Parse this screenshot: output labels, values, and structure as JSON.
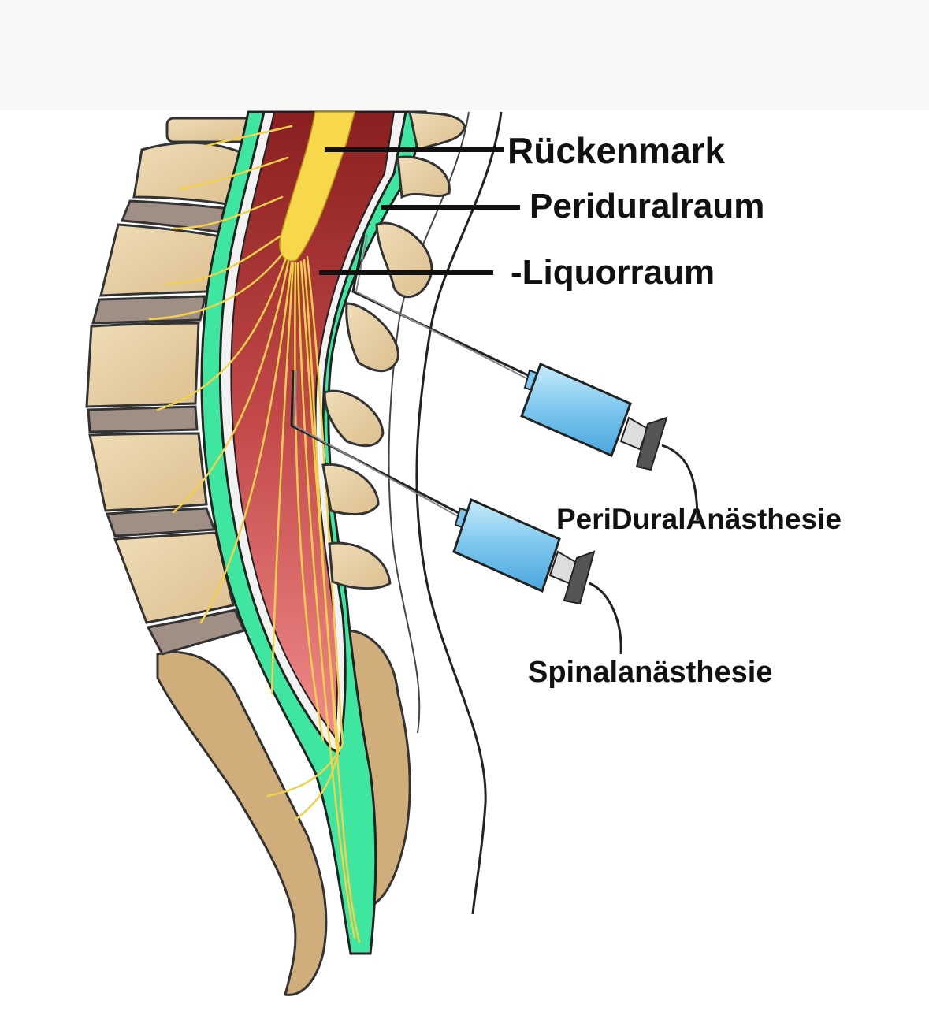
{
  "labels": {
    "rueckenmark": "Rückenmark",
    "periduralraum": "Periduralraum",
    "liquorraum": "-Liquorraum",
    "periduralanaesthesie": "PeriDuralAnästhesie",
    "spinalanaesthesie": "Spinalanästhesie"
  },
  "colors": {
    "bone": "#e9d3a8",
    "disc": "#9f8f84",
    "epidural_space": "#3ee6a0",
    "csf_cord": "#9e2b2b",
    "cauda_equina": "#e88c8c",
    "spinal_cord": "#f6d84a",
    "nerves": "#f2d14a",
    "syringe": "#8fd0f0",
    "background_band": "#f8f8f6"
  },
  "icons": {
    "upper_needle": "syringe-icon",
    "lower_needle": "syringe-icon"
  }
}
